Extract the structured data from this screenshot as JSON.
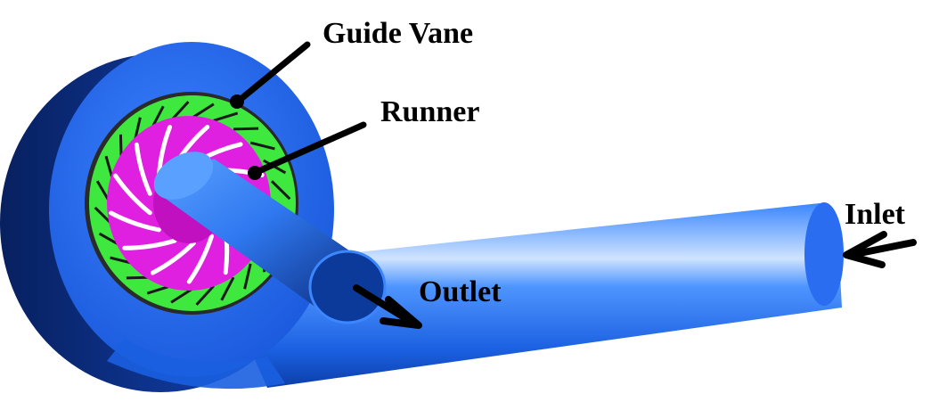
{
  "labels": {
    "guide_vane": "Guide Vane",
    "runner": "Runner",
    "inlet": "Inlet",
    "outlet": "Outlet"
  },
  "colors": {
    "casing": "#1e6cf0",
    "casing_dark": "#0a2a8a",
    "guide_vane_ring": "#3ee83e",
    "runner": "#e020e0",
    "arrow": "#000000"
  },
  "counts": {
    "guide_vanes": 24,
    "runner_blades": 13
  }
}
